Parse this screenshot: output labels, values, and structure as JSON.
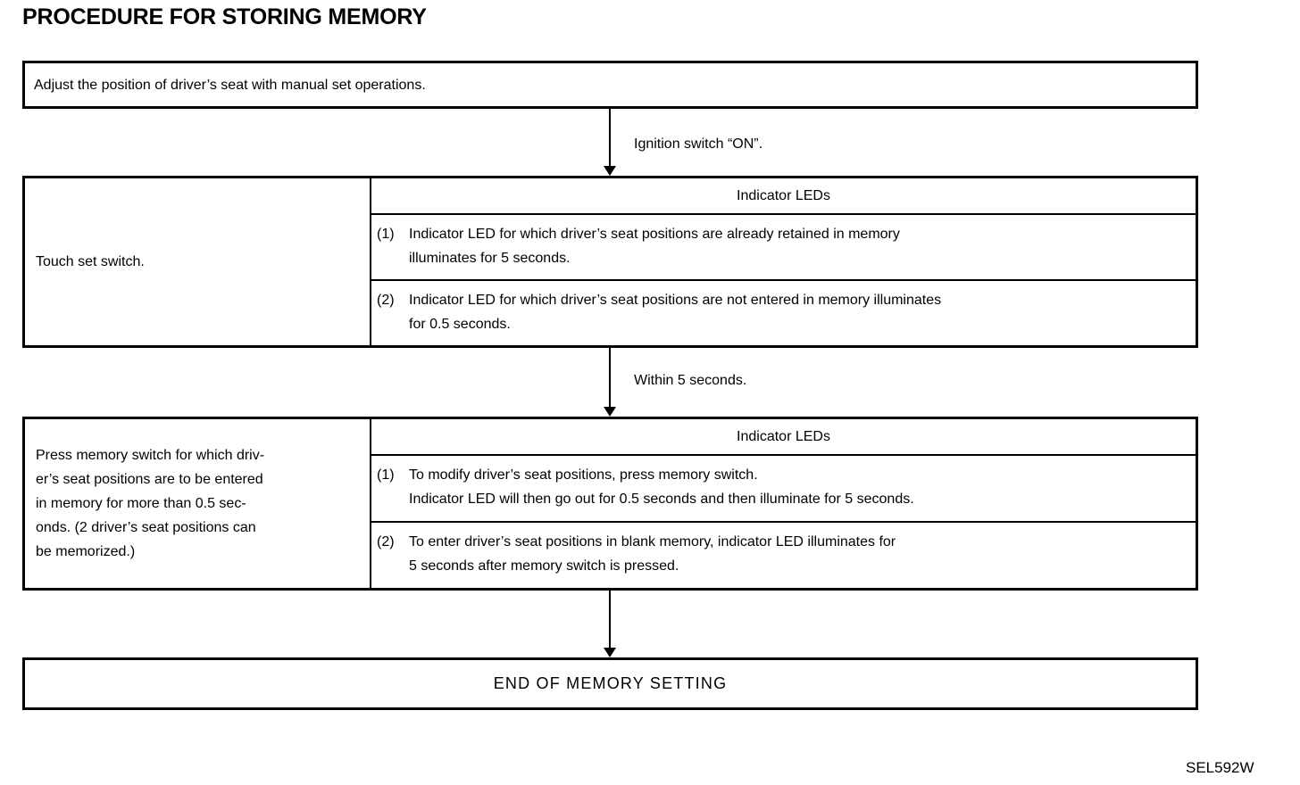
{
  "page": {
    "title": "PROCEDURE FOR STORING MEMORY",
    "figure_code": "SEL592W"
  },
  "flow": {
    "step1": {
      "text": "Adjust the position of driver’s seat with manual set operations."
    },
    "arrow1_label": "Ignition switch “ON”.",
    "step2": {
      "left": "Touch set switch.",
      "header": "Indicator LEDs",
      "rows": [
        {
          "marker": "(1)",
          "lines": [
            "Indicator LED for which driver’s seat positions are already retained in memory",
            "illuminates for 5 seconds."
          ]
        },
        {
          "marker": "(2)",
          "lines": [
            "Indicator LED for which driver’s seat positions are not entered in memory illuminates",
            "for 0.5 seconds."
          ]
        }
      ]
    },
    "arrow2_label": "Within 5 seconds.",
    "step3": {
      "left_lines": [
        "Press memory switch for which driv-",
        "er’s seat positions are to be entered",
        "in memory for more than 0.5 sec-",
        "onds. (2 driver’s seat positions can",
        "be memorized.)"
      ],
      "header": "Indicator LEDs",
      "rows": [
        {
          "marker": "(1)",
          "lines": [
            "To modify driver’s seat positions, press memory switch.",
            "Indicator LED will then go out for 0.5 seconds and then illuminate for 5 seconds."
          ]
        },
        {
          "marker": "(2)",
          "lines": [
            "To enter driver’s seat positions in blank memory, indicator LED illuminates for",
            "5 seconds after memory switch is pressed."
          ]
        }
      ]
    },
    "step4": {
      "text": "END OF MEMORY SETTING"
    }
  }
}
